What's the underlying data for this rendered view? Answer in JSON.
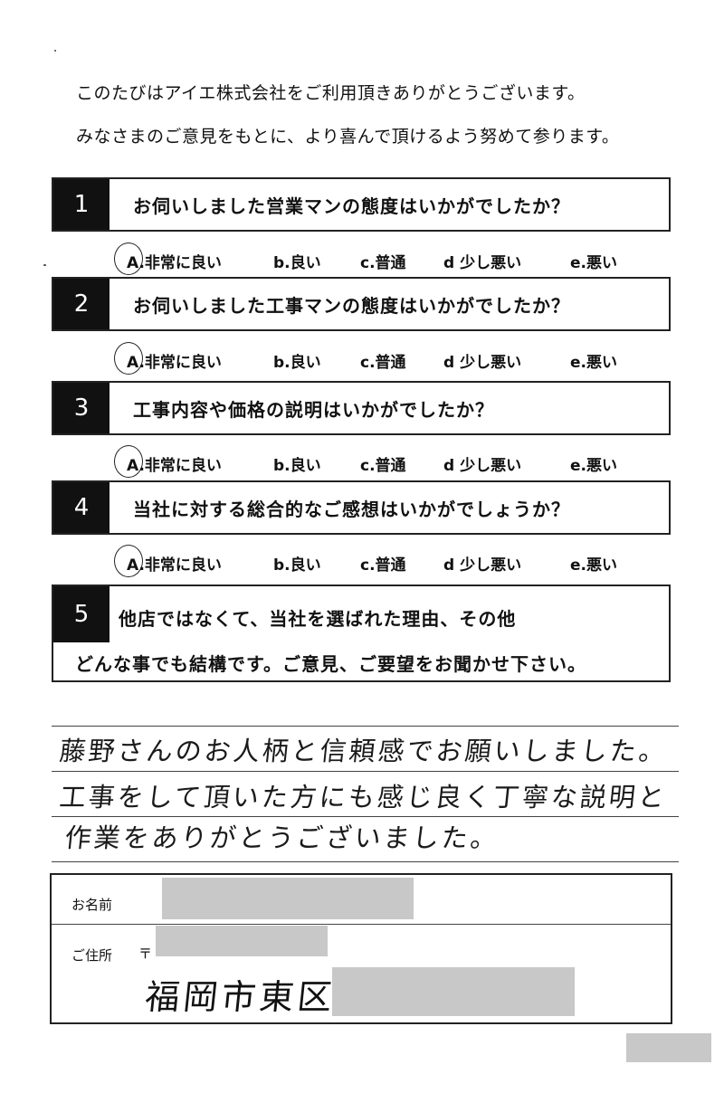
{
  "intro": {
    "line1": "このたびはアイエ株式会社をご利用頂きありがとうございます。",
    "line2": "みなさまのご意見をもとに、より喜んで頂けるよう努めて参ります。"
  },
  "questions": [
    {
      "num": "1",
      "text": "お伺いしました営業マンの態度はいかがでしたか？",
      "selected": "A"
    },
    {
      "num": "2",
      "text": "お伺いしました工事マンの態度はいかがでしたか？",
      "selected": "A"
    },
    {
      "num": "3",
      "text": "工事内容や価格の説明はいかがでしたか？",
      "selected": "A"
    },
    {
      "num": "4",
      "text": "当社に対する総合的なご感想はいかがでしょうか？",
      "selected": "A"
    }
  ],
  "options": {
    "a": "A.非常に良い",
    "b": "b.良い",
    "c": "c.普通",
    "d": "d 少し悪い",
    "e": "e.悪い"
  },
  "q5": {
    "num": "5",
    "line1": "他店ではなくて、当社を選ばれた理由、その他",
    "line2": "どんな事でも結構です。ご意見、ご要望をお聞かせ下さい。"
  },
  "handwritten": {
    "line1": "藤野さんのお人柄と信頼感でお願いしました。",
    "line2": "工事をして頂いた方にも感じ良く丁寧な説明と",
    "line3": "作業をありがとうございました。"
  },
  "form": {
    "name_label": "お名前",
    "address_label": "ご住所",
    "postal_mark": "〒",
    "address_written": "福岡市東区"
  }
}
